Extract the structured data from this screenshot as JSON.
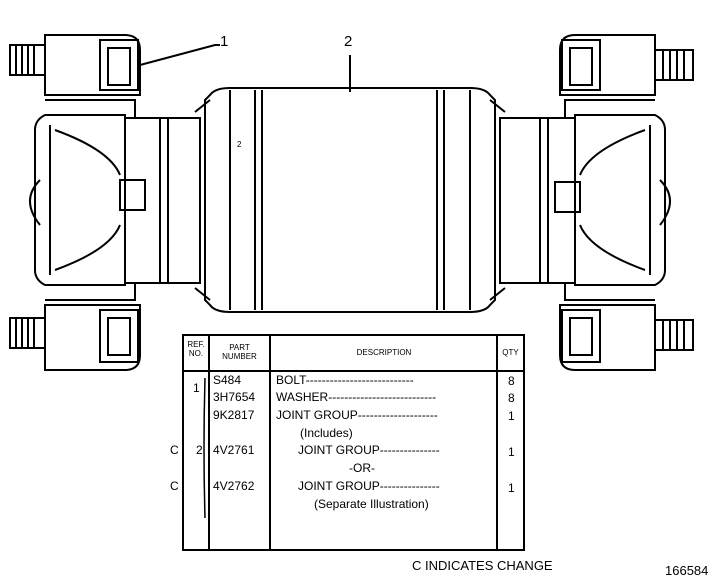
{
  "callouts": {
    "one": "1",
    "two": "2",
    "small_mark": "2"
  },
  "table": {
    "headers": {
      "ref_no": "REF. NO.",
      "part_number": "PART NUMBER",
      "description": "DESCRIPTION",
      "qty": "QTY"
    },
    "rows": [
      {
        "ref": "1",
        "part": "S484",
        "desc": "BOLT---------------------------",
        "qty": "8",
        "change": ""
      },
      {
        "ref": "",
        "part": "3H7654",
        "desc": "WASHER---------------------------",
        "qty": "8",
        "change": ""
      },
      {
        "ref": "",
        "part": "9K2817",
        "desc": "JOINT GROUP--------------------",
        "qty": "1",
        "change": ""
      },
      {
        "ref": "",
        "part": "",
        "desc": "(Includes)",
        "qty": "",
        "change": ""
      },
      {
        "ref": "2",
        "part": "4V2761",
        "desc": "JOINT GROUP---------------",
        "qty": "1",
        "change": "C"
      },
      {
        "ref": "",
        "part": "",
        "desc": "-OR-",
        "qty": "",
        "change": ""
      },
      {
        "ref": "",
        "part": "4V2762",
        "desc": "JOINT GROUP---------------",
        "qty": "1",
        "change": "C"
      },
      {
        "ref": "",
        "part": "",
        "desc": "(Separate Illustration)",
        "qty": "",
        "change": ""
      }
    ]
  },
  "footer": {
    "note": "C INDICATES CHANGE",
    "figure_number": "166584"
  }
}
